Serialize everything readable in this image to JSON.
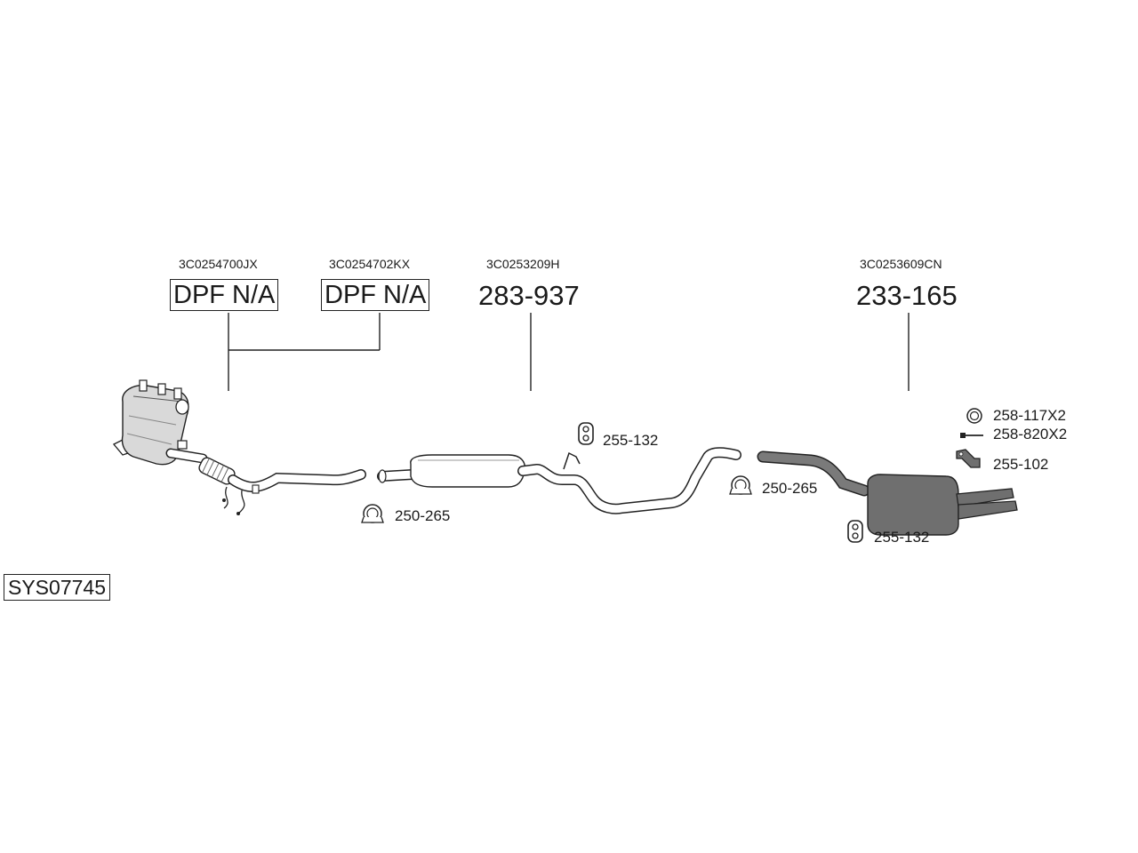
{
  "system": {
    "code": "SYS07745"
  },
  "callouts": [
    {
      "oem": "3C0254700JX",
      "part": "DPF N/A",
      "boxed": true
    },
    {
      "oem": "3C0254702KX",
      "part": "DPF N/A",
      "boxed": true
    },
    {
      "oem": "3C0253209H",
      "part": "283-937",
      "boxed": false
    },
    {
      "oem": "3C0253609CN",
      "part": "233-165",
      "boxed": false
    }
  ],
  "fittings": [
    {
      "code": "250-265",
      "icon": "clamp-icon"
    },
    {
      "code": "255-132",
      "icon": "rubber-hanger-icon"
    },
    {
      "code": "250-265",
      "icon": "clamp-icon"
    },
    {
      "code": "255-132",
      "icon": "rubber-hanger-icon"
    },
    {
      "code": "258-117X2",
      "icon": "ring-gasket-icon"
    },
    {
      "code": "258-820X2",
      "icon": "bolt-icon"
    },
    {
      "code": "255-102",
      "icon": "bracket-icon"
    }
  ],
  "colors": {
    "line": "#222222",
    "pipe_fill": "#ffffff",
    "muffler_fill": "#6f6f6f",
    "filter_fill": "#d9d9d9"
  }
}
